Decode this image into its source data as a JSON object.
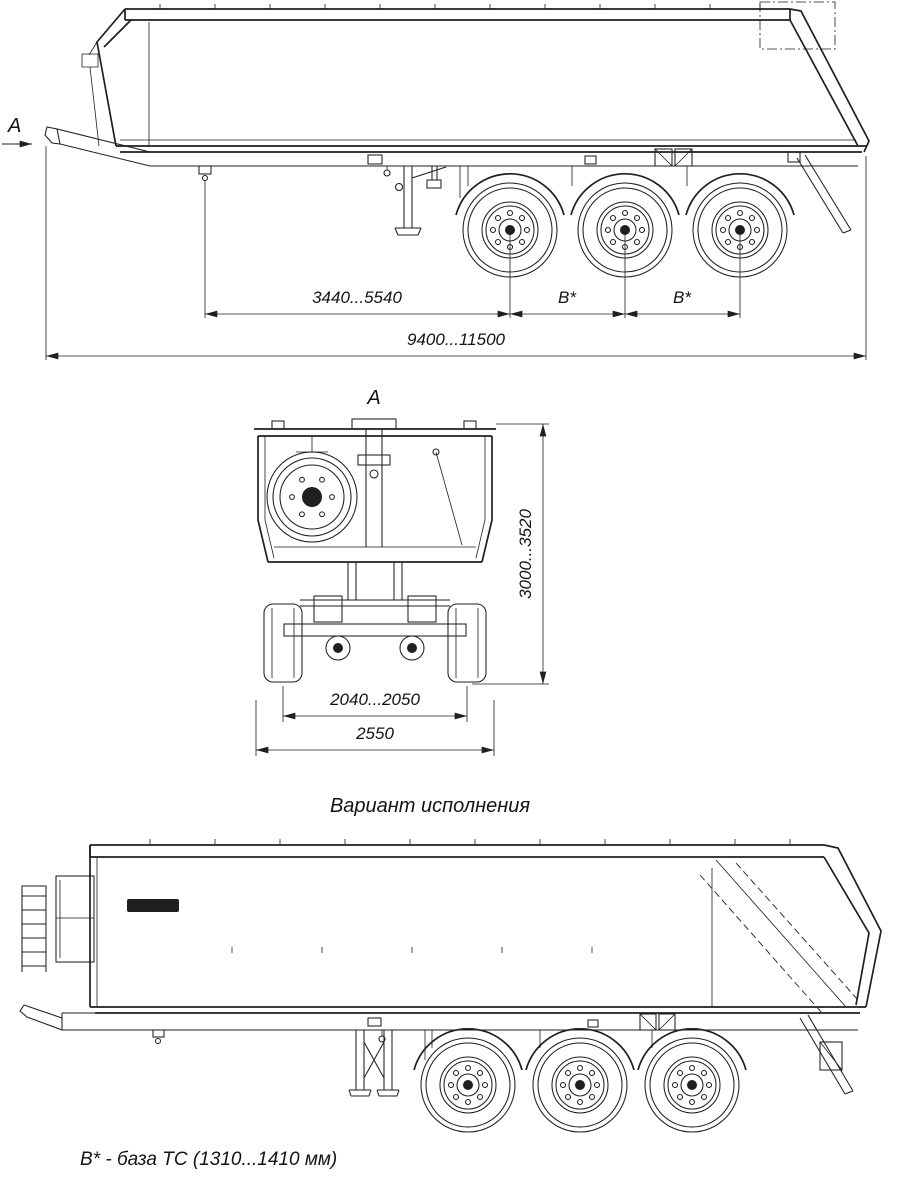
{
  "drawing": {
    "title_variant": "Вариант исполнения",
    "section_view": {
      "arrow_label": "A",
      "view_title": "A"
    },
    "side_view_dims": {
      "kingpin_to_first_axle": "3440...5540",
      "axle_base_1": "B*",
      "axle_base_2": "B*",
      "overall_length": "9400...11500"
    },
    "rear_view_dims": {
      "height": "3000...3520",
      "track": "2040...2050",
      "overall_width": "2550"
    },
    "footnote": "B* - база ТС (1310...1410 мм)",
    "line_color": "#1f1f1f",
    "background": "#ffffff"
  }
}
